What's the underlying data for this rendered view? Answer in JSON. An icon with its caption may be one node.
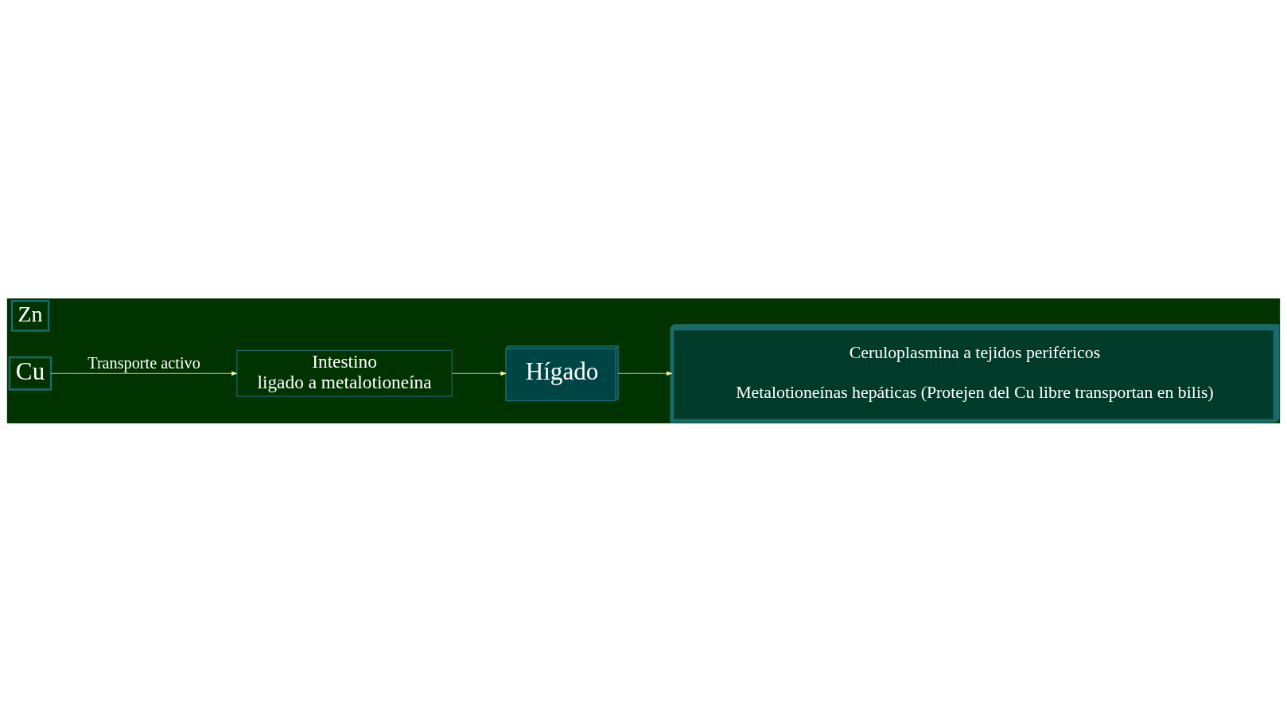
{
  "diagram": {
    "nodes": [
      {
        "text": [
          "Cu"
        ]
      },
      {
        "text": [
          "Zn"
        ]
      },
      {
        "text": [
          "Intestino",
          "ligado a metalotioneína"
        ]
      },
      {
        "text": [
          "Hígado"
        ]
      },
      {
        "text": [
          "Ceruloplasmina a tejidos periféricos",
          "Metalotioneínas hepáticas (Protejen del Cu libre transportan en bilis)"
        ]
      }
    ],
    "edges": [
      {
        "from": 0,
        "to": 2,
        "arrow": "to",
        "label": "Transporte activo"
      },
      {
        "from": 2,
        "to": 3,
        "arrow": "to"
      },
      {
        "from": 3,
        "to": 4,
        "arrow": "to"
      }
    ]
  }
}
